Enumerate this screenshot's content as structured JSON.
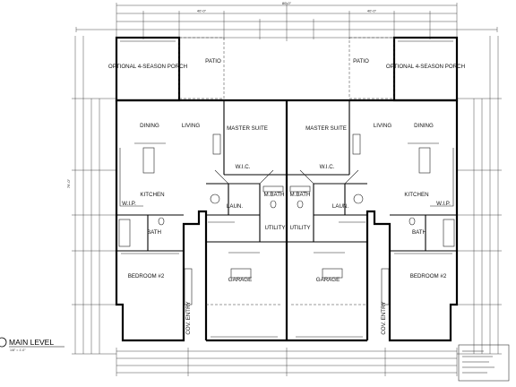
{
  "plan": {
    "title": "MAIN LEVEL",
    "scale": "1/8\" = 1'-0\"",
    "units": [
      {
        "rooms": {
          "porch": "OPTIONAL 4-SEASON PORCH",
          "patio": "PATIO",
          "dining": "DINING",
          "living": "LIVING",
          "master_suite": "MASTER SUITE",
          "wic": "W.I.C.",
          "kitchen": "KITCHEN",
          "wip": "W.I.P.",
          "mbath": "M.BATH",
          "laun": "LAUN.",
          "bath": "BATH",
          "utility": "UTILITY",
          "garage": "GARAGE",
          "bedroom": "BEDROOM #2",
          "cov_entry": "COV. ENTRY"
        }
      },
      {
        "rooms": {
          "porch": "OPTIONAL 4-SEASON PORCH",
          "patio": "PATIO",
          "dining": "DINING",
          "living": "LIVING",
          "master_suite": "MASTER SUITE",
          "wic": "W.I.C.",
          "kitchen": "KITCHEN",
          "wip": "W.I.P.",
          "mbath": "M.BATH",
          "laun": "LAUN.",
          "bath": "BATH",
          "utility": "UTILITY",
          "garage": "GARAGE",
          "bedroom": "BEDROOM #2",
          "cov_entry": "COV. ENTRY"
        }
      }
    ],
    "dimensions": {
      "overall_width": "80'-0\"",
      "half_width_left": "40'-0\"",
      "half_width_right": "40'-0\"",
      "overall_depth": "76'-0\""
    }
  }
}
